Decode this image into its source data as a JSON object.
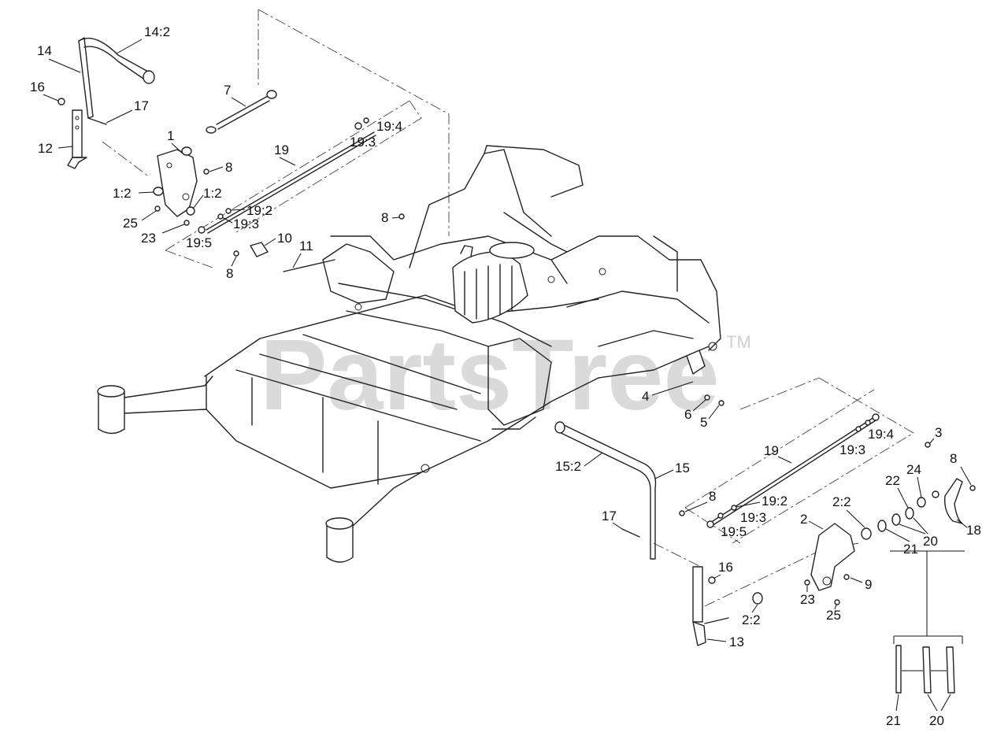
{
  "watermark": {
    "brand": "PartsTree",
    "trademark": "TM"
  },
  "callouts": [
    {
      "id": "c-14-2",
      "label": "14:2"
    },
    {
      "id": "c-14",
      "label": "14"
    },
    {
      "id": "c-16-a",
      "label": "16"
    },
    {
      "id": "c-17-a",
      "label": "17"
    },
    {
      "id": "c-7",
      "label": "7"
    },
    {
      "id": "c-12",
      "label": "12"
    },
    {
      "id": "c-1",
      "label": "1"
    },
    {
      "id": "c-8-a",
      "label": "8"
    },
    {
      "id": "c-19-a",
      "label": "19"
    },
    {
      "id": "c-19-4-a",
      "label": "19:4"
    },
    {
      "id": "c-19-3-a",
      "label": "19:3"
    },
    {
      "id": "c-1-2-a",
      "label": "1:2"
    },
    {
      "id": "c-1-2-b",
      "label": "1:2"
    },
    {
      "id": "c-19-2-a",
      "label": "19:2"
    },
    {
      "id": "c-19-3-b",
      "label": "19:3"
    },
    {
      "id": "c-25-a",
      "label": "25"
    },
    {
      "id": "c-23-a",
      "label": "23"
    },
    {
      "id": "c-19-5-a",
      "label": "19:5"
    },
    {
      "id": "c-8-b",
      "label": "8"
    },
    {
      "id": "c-8-c",
      "label": "8"
    },
    {
      "id": "c-10",
      "label": "10"
    },
    {
      "id": "c-11",
      "label": "11"
    },
    {
      "id": "c-4",
      "label": "4"
    },
    {
      "id": "c-6",
      "label": "6"
    },
    {
      "id": "c-5",
      "label": "5"
    },
    {
      "id": "c-19-b",
      "label": "19"
    },
    {
      "id": "c-19-4-b",
      "label": "19:4"
    },
    {
      "id": "c-19-3-c",
      "label": "19:3"
    },
    {
      "id": "c-3",
      "label": "3"
    },
    {
      "id": "c-8-d",
      "label": "8"
    },
    {
      "id": "c-15-2",
      "label": "15:2"
    },
    {
      "id": "c-15",
      "label": "15"
    },
    {
      "id": "c-8-e",
      "label": "8"
    },
    {
      "id": "c-19-2-b",
      "label": "19:2"
    },
    {
      "id": "c-19-3-d",
      "label": "19:3"
    },
    {
      "id": "c-19-5-b",
      "label": "19:5"
    },
    {
      "id": "c-2-2-a",
      "label": "2:2"
    },
    {
      "id": "c-22",
      "label": "22"
    },
    {
      "id": "c-24",
      "label": "24"
    },
    {
      "id": "c-18",
      "label": "18"
    },
    {
      "id": "c-2",
      "label": "2"
    },
    {
      "id": "c-21-a",
      "label": "21"
    },
    {
      "id": "c-20-a",
      "label": "20"
    },
    {
      "id": "c-17-b",
      "label": "17"
    },
    {
      "id": "c-16-b",
      "label": "16"
    },
    {
      "id": "c-9",
      "label": "9"
    },
    {
      "id": "c-23-b",
      "label": "23"
    },
    {
      "id": "c-25-b",
      "label": "25"
    },
    {
      "id": "c-2-2-b",
      "label": "2:2"
    },
    {
      "id": "c-13",
      "label": "13"
    },
    {
      "id": "c-21-b",
      "label": "21"
    },
    {
      "id": "c-20-b",
      "label": "20"
    }
  ]
}
